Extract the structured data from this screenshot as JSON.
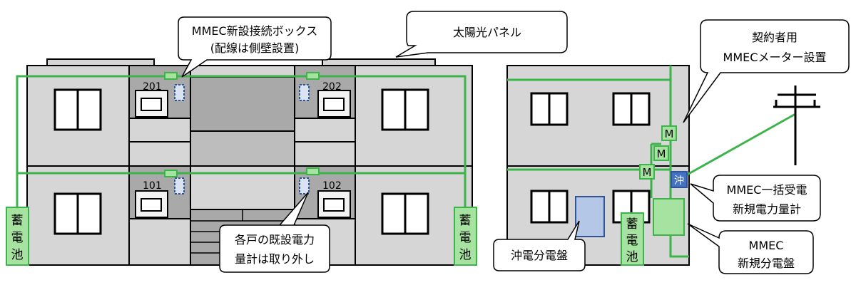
{
  "callouts": {
    "box_line1": "MMEC新設接続ボックス",
    "box_line2": "(配線は側壁設置)",
    "solar": "太陽光パネル",
    "meter_line1": "契約者用",
    "meter_line2": "MMECメーター設置",
    "bulk_line1": "MMEC一括受電",
    "bulk_line2": "新規電力量計",
    "panel_line1": "MMEC",
    "panel_line2": "新規分電盤",
    "existing_line1": "各戸の既設電力",
    "existing_line2": "量計は取り外し",
    "oki_panel": "沖電分電盤"
  },
  "rooms": {
    "r201": "201",
    "r202": "202",
    "r101": "101",
    "r102": "102"
  },
  "battery": [
    "蓄",
    "電",
    "池"
  ],
  "meter_glyph": "M",
  "oki_glyph": "沖",
  "colors": {
    "green_line": "#3cb44a",
    "green_box": "#a6e3a0",
    "wall": "#d6d6d6",
    "wall_dark": "#a9a9a9",
    "blue_panel": "#b4c7e7",
    "blue_border": "#2f5597"
  }
}
